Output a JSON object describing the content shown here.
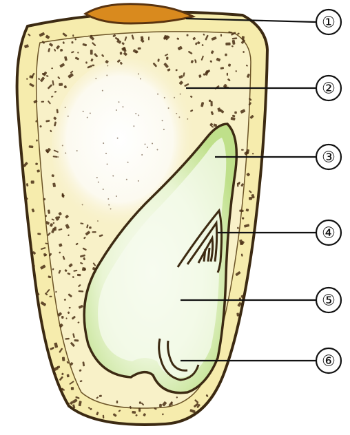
{
  "labels": [
    {
      "id": "1",
      "text": "①"
    },
    {
      "id": "2",
      "text": "②"
    },
    {
      "id": "3",
      "text": "③"
    },
    {
      "id": "4",
      "text": "④"
    },
    {
      "id": "5",
      "text": "⑤"
    },
    {
      "id": "6",
      "text": "⑥"
    }
  ],
  "colors": {
    "seed_coat": "#f6ecad",
    "seed_outline": "#3c2a12",
    "endosperm_speckle": "#4a2f14",
    "embryo": "#c9e59a",
    "embryo_light": "#f4fbe9",
    "tip_cap": "#d98a1e"
  }
}
